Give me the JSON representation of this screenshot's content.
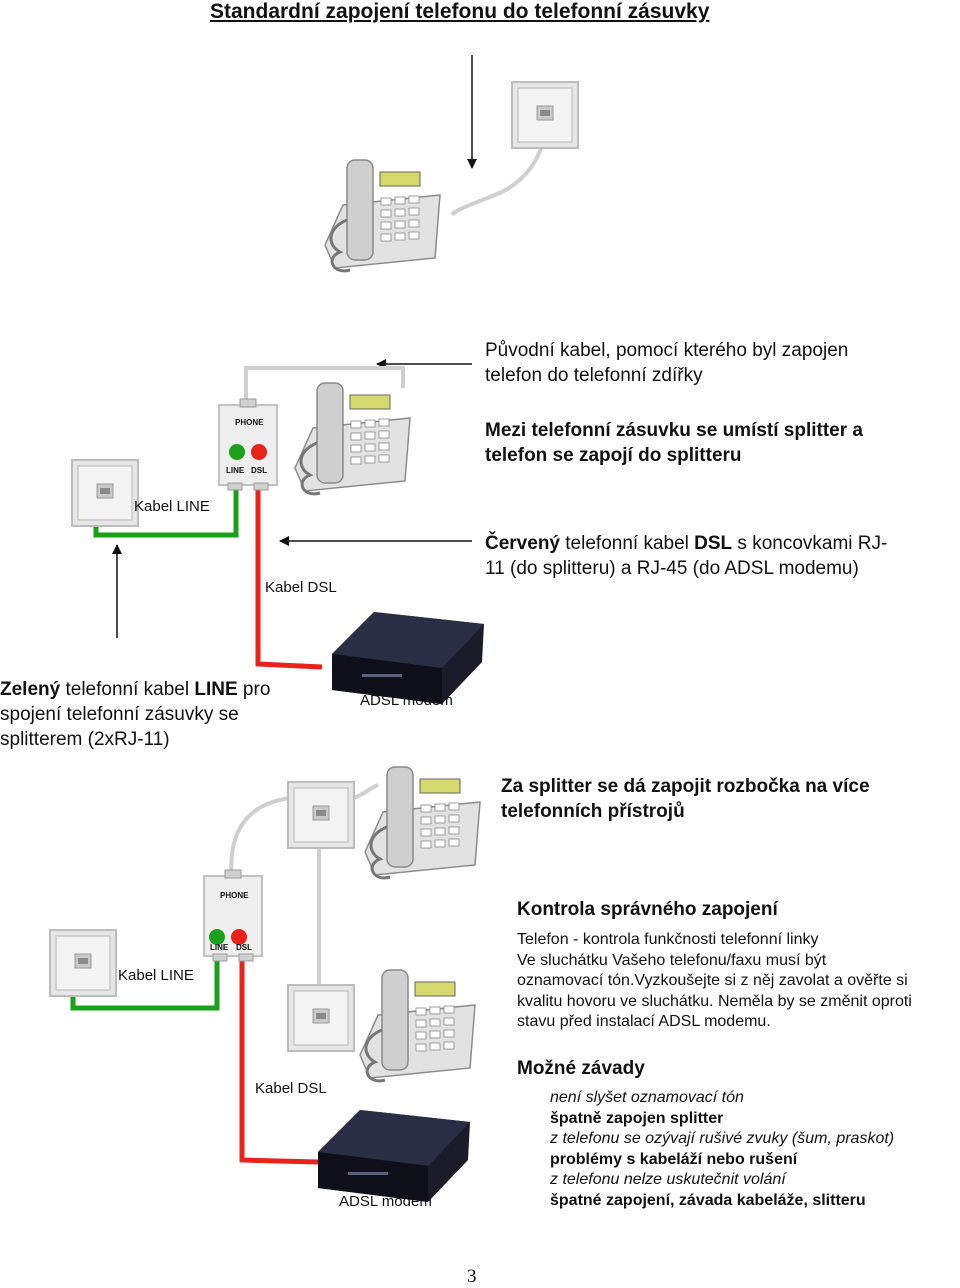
{
  "title": "Standardní zapojení telefonu do telefonní zásuvky",
  "original_cable": {
    "line1": "Původní kabel, pomocí kterého byl zapojen",
    "line2": "telefon do telefonní zdířky"
  },
  "splitter_note": {
    "line1": "Mezi telefonní zásuvku se umístí splitter a",
    "line2": "telefon se zapojí do splitteru"
  },
  "red_cable": {
    "w1": "Červený",
    "t1": " telefonní kabel ",
    "w2": "DSL",
    "t2": " s koncovkami RJ-",
    "line2": "11 (do splitteru) a RJ-45 (do ADSL modemu)"
  },
  "green_cable": {
    "w1": "Zelený",
    "t1": " telefonní kabel ",
    "w2": "LINE",
    "t2": " pro",
    "line2": "spojení telefonní zásuvky se",
    "line3": "splitterem (2xRJ-11)"
  },
  "labels": {
    "kabel_line": "Kabel LINE",
    "kabel_dsl": "Kabel DSL",
    "adsl_modem": "ADSL modem"
  },
  "splitter": {
    "phone": "PHONE",
    "line": "LINE",
    "dsl": "DSL"
  },
  "rozbocka": {
    "line1": "Za splitter se dá zapojit rozbočka na více",
    "line2": "telefonních přístrojů"
  },
  "kontrola": {
    "heading": "Kontrola správného zapojení",
    "lines": [
      "Telefon - kontrola funkčnosti telefonní linky",
      "Ve sluchátku Vašeho telefonu/faxu musí být",
      "oznamovací tón.Vyzkoušejte si z něj zavolat a ověřte si",
      "kvalitu hovoru ve sluchátku. Neměla by se změnit oproti",
      "stavu před instalací ADSL modemu."
    ]
  },
  "zavady": {
    "heading": "Možné závady",
    "items": [
      {
        "problem": "není slyšet oznamovací tón",
        "cause": "špatně zapojen splitter"
      },
      {
        "problem": "z telefonu se ozývají rušivé zvuky (šum, praskot)",
        "cause": "problémy s kabeláží nebo rušení"
      },
      {
        "problem": "z telefonu nelze uskutečnit volání",
        "cause": "špatné zapojení, závada kabeláže, slitteru"
      }
    ]
  },
  "page_number": "3",
  "colors": {
    "green": "#1aa01a",
    "red": "#e8231a",
    "grey_cable": "#d0d0d0"
  }
}
